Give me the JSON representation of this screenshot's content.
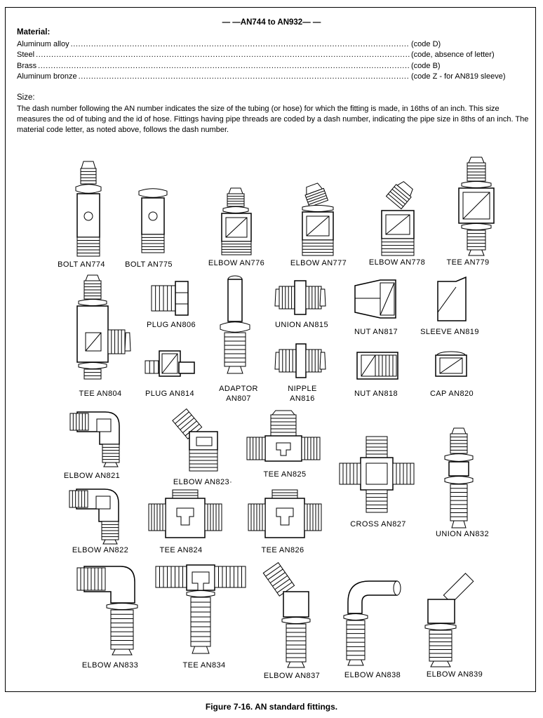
{
  "header": "— —AN744 to AN932— —",
  "material": {
    "title": "Material:",
    "rows": [
      {
        "name": "Aluminum alloy",
        "code": "(code D)"
      },
      {
        "name": "Steel",
        "code": "(code, absence of letter)"
      },
      {
        "name": "Brass",
        "code": "(code B)"
      },
      {
        "name": "Aluminum bronze",
        "code": "(code Z - for AN819 sleeve)"
      }
    ]
  },
  "size": {
    "title": "Size:",
    "text": "The dash number following the AN number indicates the size of the tubing (or hose) for which the fitting is made, in 16ths of an inch. This size measures the od of tubing and the id of hose. Fittings having pipe threads are coded by a dash number, indicating the pipe size in 8ths of an inch. The material code letter, as noted above, follows the dash number."
  },
  "fittings": [
    {
      "label": "BOLT  AN774",
      "icon": "bolt-fitting-icon"
    },
    {
      "label": "BOLT  AN775",
      "icon": "bolt-fitting-icon"
    },
    {
      "label": "ELBOW  AN776",
      "icon": "elbow-fitting-icon"
    },
    {
      "label": "ELBOW  AN777",
      "icon": "elbow-fitting-icon"
    },
    {
      "label": "ELBOW  AN778",
      "icon": "elbow-fitting-icon"
    },
    {
      "label": "TEE  AN779",
      "icon": "tee-fitting-icon"
    },
    {
      "label": "PLUG  AN806",
      "icon": "plug-fitting-icon"
    },
    {
      "label": "UNION  AN815",
      "icon": "union-fitting-icon"
    },
    {
      "label": "NUT  AN817",
      "icon": "nut-fitting-icon"
    },
    {
      "label": "SLEEVE  AN819",
      "icon": "sleeve-fitting-icon"
    },
    {
      "label": "TEE  AN804",
      "icon": "tee-fitting-icon"
    },
    {
      "label": "PLUG  AN814",
      "icon": "plug-fitting-icon"
    },
    {
      "label": "ADAPTOR",
      "label2": "AN807",
      "icon": "adaptor-fitting-icon"
    },
    {
      "label": "NIPPLE",
      "label2": "AN816",
      "icon": "nipple-fitting-icon"
    },
    {
      "label": "NUT  AN818",
      "icon": "nut-fitting-icon"
    },
    {
      "label": "CAP  AN820",
      "icon": "cap-fitting-icon"
    },
    {
      "label": "ELBOW  AN821",
      "icon": "elbow-fitting-icon"
    },
    {
      "label": "ELBOW  AN823·",
      "icon": "elbow-fitting-icon"
    },
    {
      "label": "TEE  AN825",
      "icon": "tee-fitting-icon"
    },
    {
      "label": "ELBOW  AN822",
      "icon": "elbow-fitting-icon"
    },
    {
      "label": "TEE  AN824",
      "icon": "tee-fitting-icon"
    },
    {
      "label": "TEE  AN826",
      "icon": "tee-fitting-icon"
    },
    {
      "label": "CROSS  AN827",
      "icon": "cross-fitting-icon"
    },
    {
      "label": "UNION  AN832",
      "icon": "union-fitting-icon"
    },
    {
      "label": "ELBOW  AN833",
      "icon": "elbow-fitting-icon"
    },
    {
      "label": "TEE  AN834",
      "icon": "tee-fitting-icon"
    },
    {
      "label": "ELBOW  AN837",
      "icon": "elbow-fitting-icon"
    },
    {
      "label": "ELBOW  AN838",
      "icon": "elbow-fitting-icon"
    },
    {
      "label": "ELBOW  AN839",
      "icon": "elbow-fitting-icon"
    }
  ],
  "caption": "Figure 7-16. AN standard fittings."
}
